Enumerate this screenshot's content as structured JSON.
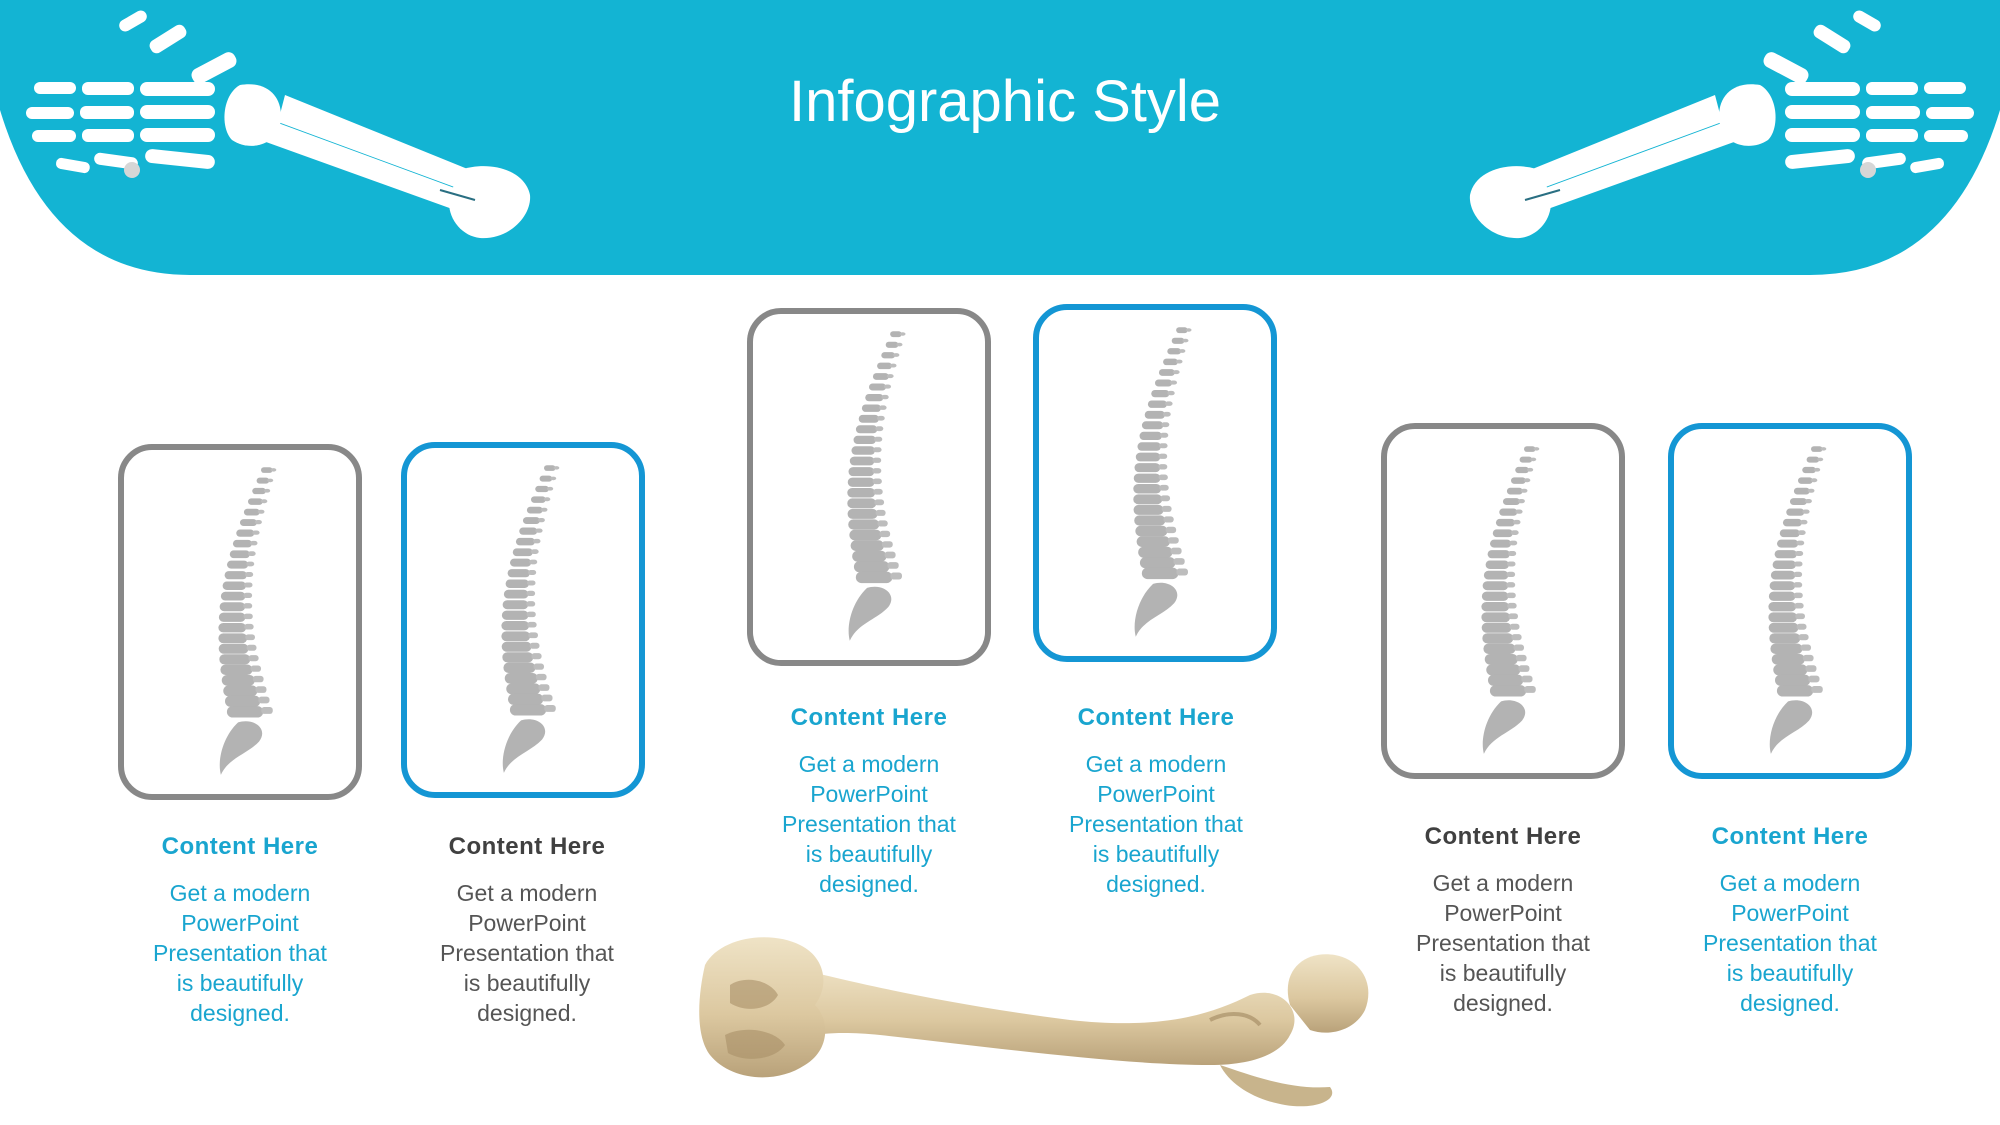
{
  "slide": {
    "title": "Infographic Style",
    "colors": {
      "band": "#13b4d3",
      "card_gray": "#888888",
      "card_blue": "#1496d4",
      "accent_text": "#19a5cf",
      "dark_text": "#404040",
      "bone": "#e1d0ad"
    }
  },
  "items": [
    {
      "heading": "Content  Here",
      "body_lines": [
        "Get a modern",
        "PowerPoint",
        "Presentation that",
        "is beautifully",
        "designed."
      ],
      "card_style": "gray",
      "text_style": "teal"
    },
    {
      "heading": "Content  Here",
      "body_lines": [
        "Get a modern",
        "PowerPoint",
        "Presentation that",
        "is beautifully",
        "designed."
      ],
      "card_style": "blue",
      "text_style": "dark"
    },
    {
      "heading": "Content  Here",
      "body_lines": [
        "Get a modern",
        "PowerPoint",
        "Presentation that",
        "is beautifully",
        "designed."
      ],
      "card_style": "gray",
      "text_style": "teal"
    },
    {
      "heading": "Content  Here",
      "body_lines": [
        "Get a modern",
        "PowerPoint",
        "Presentation that",
        "is beautifully",
        "designed."
      ],
      "card_style": "blue",
      "text_style": "teal"
    },
    {
      "heading": "Content  Here",
      "body_lines": [
        "Get a modern",
        "PowerPoint",
        "Presentation that",
        "is beautifully",
        "designed."
      ],
      "card_style": "gray",
      "text_style": "dark"
    },
    {
      "heading": "Content  Here",
      "body_lines": [
        "Get a modern",
        "PowerPoint",
        "Presentation that",
        "is beautifully",
        "designed."
      ],
      "card_style": "blue",
      "text_style": "teal"
    }
  ],
  "icons": [
    "skeleton-arm-icon",
    "spine-icon",
    "femur-bone-icon"
  ]
}
